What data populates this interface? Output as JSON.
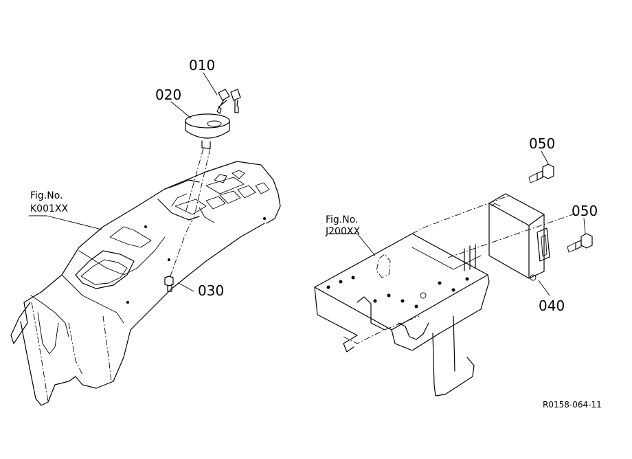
{
  "parts": [
    {
      "number": "010",
      "name_icon": "key-set-icon"
    },
    {
      "number": "020",
      "name_icon": "key-switch-icon"
    },
    {
      "number": "030",
      "name_icon": "screw-icon"
    },
    {
      "number": "040",
      "name_icon": "control-unit-icon"
    },
    {
      "number": "050",
      "name_icon": "bolt-icon"
    },
    {
      "number": "050",
      "name_icon": "bolt-icon"
    }
  ],
  "figure_refs": [
    {
      "prefix": "Fig.No.",
      "code": "K001XX"
    },
    {
      "prefix": "Fig.No.",
      "code": "J200XX"
    }
  ],
  "drawing_code": "R0158-064-11"
}
